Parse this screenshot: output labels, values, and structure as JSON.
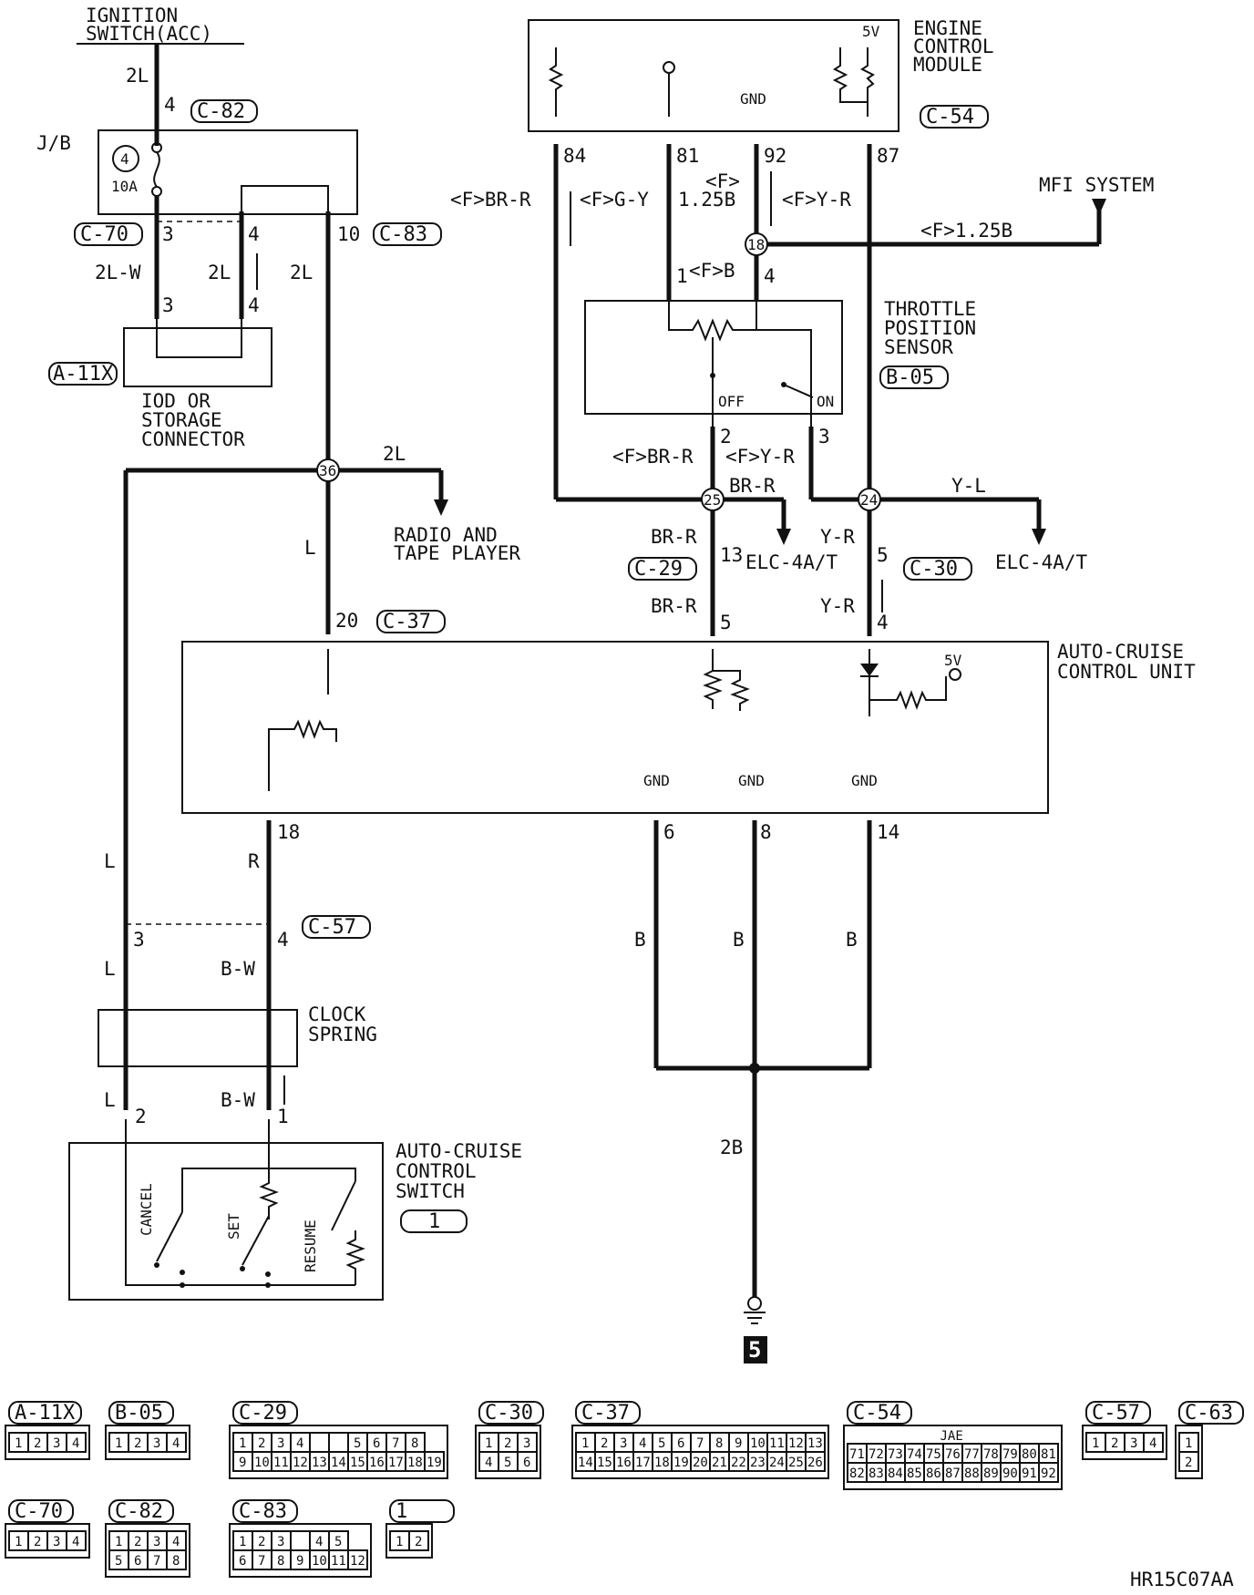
{
  "components": {
    "ignition": [
      "IGNITION",
      "SWITCH(ACC)"
    ],
    "jb": "J/B",
    "fuse_num": "4",
    "fuse_rating": "10A",
    "ecm": [
      "ENGINE",
      "CONTROL",
      "MODULE"
    ],
    "ecm_5v": "5V",
    "ecm_gnd": "GND",
    "mfi": "MFI SYSTEM",
    "iod": [
      "IOD OR",
      "STORAGE",
      "CONNECTOR"
    ],
    "tps": [
      "THROTTLE",
      "POSITION",
      "SENSOR"
    ],
    "tps_off": "OFF",
    "tps_on": "ON",
    "radio": [
      "RADIO AND",
      "TAPE PLAYER"
    ],
    "elc1": "ELC-4A/T",
    "elc2": "ELC-4A/T",
    "accu": [
      "AUTO-CRUISE",
      "CONTROL UNIT"
    ],
    "accu_5v": "5V",
    "gnd1": "GND",
    "gnd2": "GND",
    "gnd3": "GND",
    "clock": [
      "CLOCK",
      "SPRING"
    ],
    "acs": [
      "AUTO-CRUISE",
      "CONTROL",
      "SWITCH"
    ],
    "cancel": "CANCEL",
    "set": "SET",
    "resume": "RESUME",
    "ground_num": "5",
    "doc_code": "HR15C07AA"
  },
  "connector_tags": {
    "c82": "C-82",
    "c70": "C-70",
    "c83": "C-83",
    "a11x": "A-11X",
    "c54": "C-54",
    "b05": "B-05",
    "c37": "C-37",
    "c29": "C-29",
    "c30": "C-30",
    "c57": "C-57",
    "sw1": "1"
  },
  "wires": {
    "ign_2l": "2L",
    "w_2lw": "2L-W",
    "w_2l_a": "2L",
    "w_2l_b": "2L",
    "w_2l_c": "2L",
    "w_l_radio": "L",
    "w_br_r_f": "<F>BR-R",
    "w_g_y_f": "<F>G-Y",
    "w_125b": "1.25B",
    "w_f": "<F>",
    "w_y_r_f": "<F>Y-R",
    "w_125b_mfi": "<F>1.25B",
    "w_b_f": "<F>B",
    "w_br_r_f2": "<F>BR-R",
    "w_y_r_f2": "<F>Y-R",
    "w_br_r_a": "BR-R",
    "w_y_l": "Y-L",
    "w_br_r_b": "BR-R",
    "w_y_r_b": "Y-R",
    "w_br_r_c": "BR-R",
    "w_y_r_c": "Y-R",
    "w_l_a": "L",
    "w_r": "R",
    "w_l_b": "L",
    "w_bw_a": "B-W",
    "w_l_c": "L",
    "w_bw_b": "B-W",
    "w_b1": "B",
    "w_b2": "B",
    "w_b3": "B",
    "w_2b": "2B"
  },
  "pins": {
    "p4_c82": "4",
    "p3_c70": "3",
    "p4_c70": "4",
    "p10_c83": "10",
    "p3_a11": "3",
    "p4_a11": "4",
    "p84": "84",
    "p81": "81",
    "p92": "92",
    "p87": "87",
    "p1_tps": "1",
    "p4_tps": "4",
    "p2_tps": "2",
    "p3_tps": "3",
    "p13": "13",
    "p5_c30": "5",
    "p5_c37": "5",
    "p4_c37": "4",
    "p20": "20",
    "p18": "18",
    "p6": "6",
    "p8": "8",
    "p14": "14",
    "p3_c57": "3",
    "p4_c57": "4",
    "p2_sw": "2",
    "p1_sw": "1"
  },
  "junctions": {
    "j18": "18",
    "j36": "36",
    "j25": "25",
    "j24": "24"
  },
  "connector_views": [
    {
      "tag": "A-11X",
      "rows": [
        [
          "1",
          "2",
          "3",
          "4"
        ]
      ]
    },
    {
      "tag": "B-05",
      "rows": [
        [
          "1",
          "2",
          "3",
          "4"
        ]
      ]
    },
    {
      "tag": "C-29",
      "rows": [
        [
          "1",
          "2",
          "3",
          "4",
          "",
          "",
          "5",
          "6",
          "7",
          "8"
        ],
        [
          "9",
          "10",
          "11",
          "12",
          "13",
          "14",
          "15",
          "16",
          "17",
          "18",
          "19"
        ]
      ]
    },
    {
      "tag": "C-30",
      "rows": [
        [
          "1",
          "2",
          "3"
        ],
        [
          "4",
          "5",
          "6"
        ]
      ]
    },
    {
      "tag": "C-37",
      "rows": [
        [
          "1",
          "2",
          "3",
          "4",
          "5",
          "6",
          "7",
          "8",
          "9",
          "10",
          "11",
          "12",
          "13"
        ],
        [
          "14",
          "15",
          "16",
          "17",
          "18",
          "19",
          "20",
          "21",
          "22",
          "23",
          "24",
          "25",
          "26"
        ]
      ]
    },
    {
      "tag": "C-54",
      "header": "JAE",
      "rows": [
        [
          "71",
          "72",
          "73",
          "74",
          "75",
          "76",
          "77",
          "78",
          "79",
          "80",
          "81"
        ],
        [
          "82",
          "83",
          "84",
          "85",
          "86",
          "87",
          "88",
          "89",
          "90",
          "91",
          "92"
        ]
      ]
    },
    {
      "tag": "C-57",
      "rows": [
        [
          "1",
          "2",
          "3",
          "4"
        ]
      ]
    },
    {
      "tag": "C-63",
      "rows": [
        [
          "1"
        ],
        [
          "2"
        ]
      ]
    },
    {
      "tag": "C-70",
      "rows": [
        [
          "1",
          "2",
          "3",
          "4"
        ]
      ]
    },
    {
      "tag": "C-82",
      "rows": [
        [
          "1",
          "2",
          "3",
          "4"
        ],
        [
          "5",
          "6",
          "7",
          "8"
        ]
      ]
    },
    {
      "tag": "C-83",
      "rows": [
        [
          "1",
          "2",
          "3",
          "",
          "4",
          "5"
        ],
        [
          "6",
          "7",
          "8",
          "9",
          "10",
          "11",
          "12"
        ]
      ]
    },
    {
      "tag": "1",
      "rows": [
        [
          "1",
          "2"
        ]
      ]
    }
  ]
}
